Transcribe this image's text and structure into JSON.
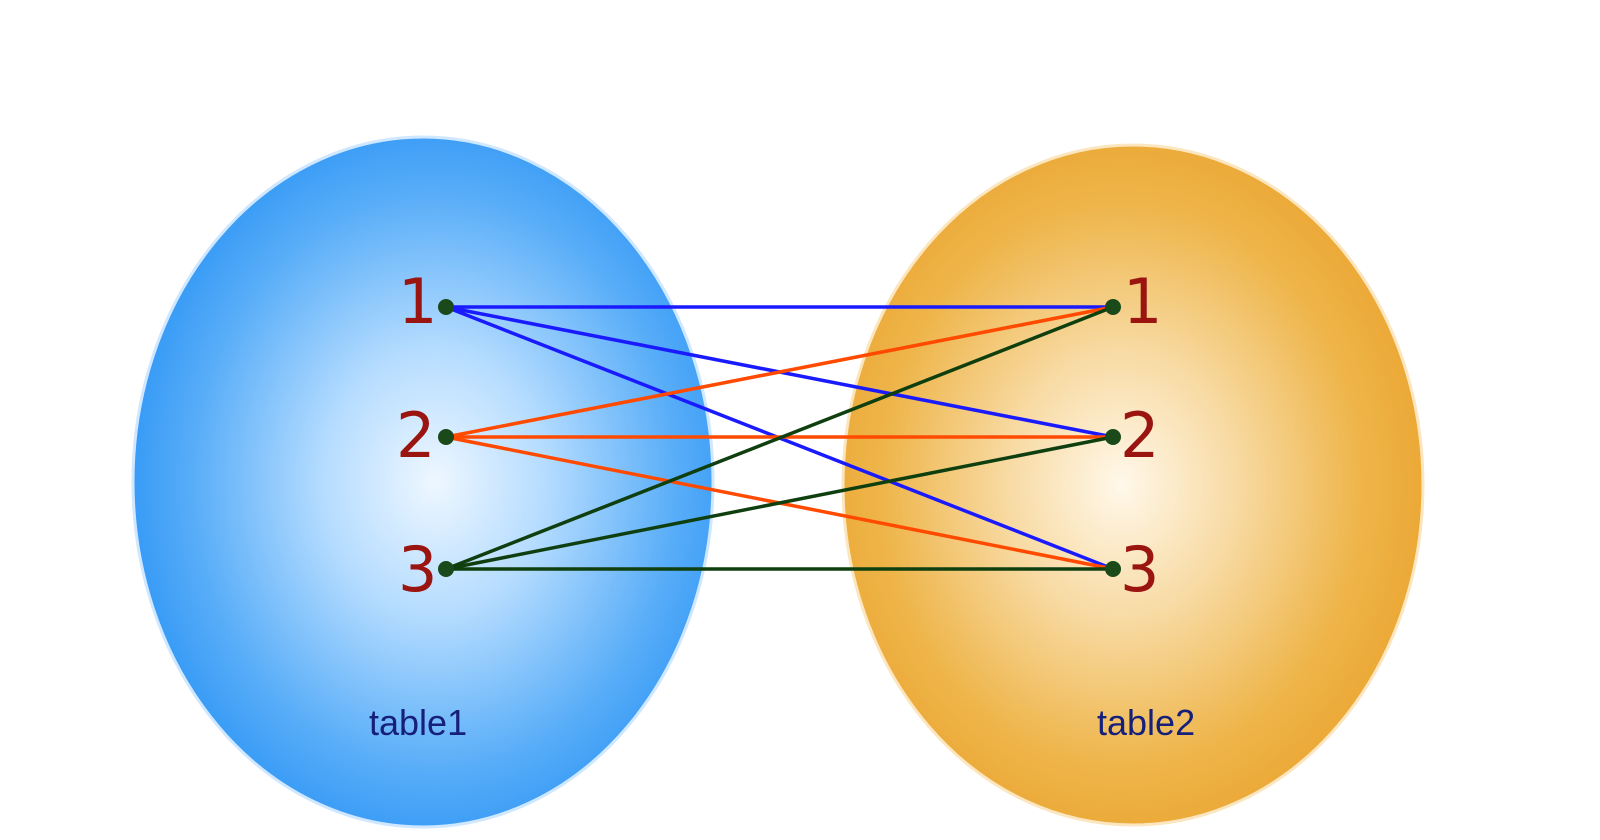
{
  "diagram": {
    "left_set": {
      "label": "table1",
      "rows": [
        "1",
        "2",
        "3"
      ],
      "fill_color": "#2f96f5",
      "center_color": "#eef7ff"
    },
    "right_set": {
      "label": "table2",
      "rows": [
        "1",
        "2",
        "3"
      ],
      "fill_color": "#eba531",
      "center_color": "#fff8ea"
    },
    "colors": {
      "row_number": "#9a1410",
      "set_label": "#16207a",
      "node": "#1a4a1a"
    },
    "connections": [
      {
        "from": "1",
        "to": "1",
        "color": "#1a1aff"
      },
      {
        "from": "1",
        "to": "2",
        "color": "#1a1aff"
      },
      {
        "from": "1",
        "to": "3",
        "color": "#1a1aff"
      },
      {
        "from": "2",
        "to": "1",
        "color": "#ff4a00"
      },
      {
        "from": "2",
        "to": "2",
        "color": "#ff4a00"
      },
      {
        "from": "2",
        "to": "3",
        "color": "#ff4a00"
      },
      {
        "from": "3",
        "to": "1",
        "color": "#0f3f0f"
      },
      {
        "from": "3",
        "to": "2",
        "color": "#0f3f0f"
      },
      {
        "from": "3",
        "to": "3",
        "color": "#0f3f0f"
      }
    ]
  }
}
